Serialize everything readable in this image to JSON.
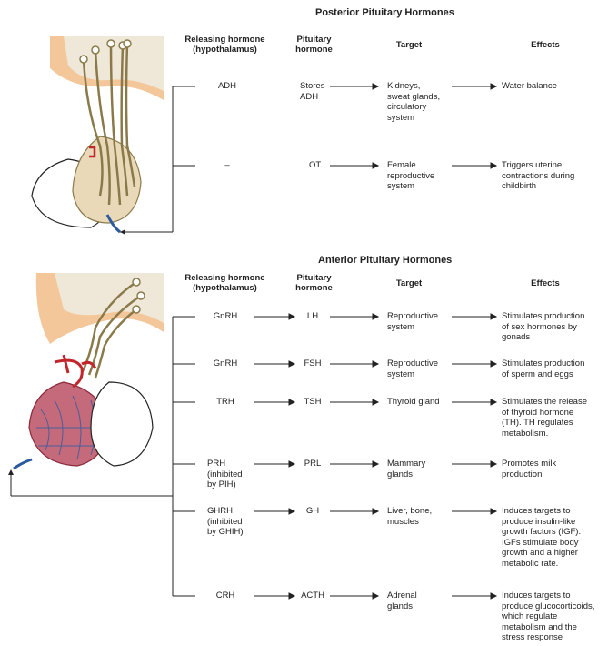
{
  "posterior": {
    "title": "Posterior Pituitary Hormones",
    "headers": {
      "releasing": "Releasing hormone\n(hypothalamus)",
      "pituitary": "Pituitary\nhormone",
      "target": "Target",
      "effects": "Effects"
    },
    "rows": [
      {
        "releasing": "ADH",
        "pituitary": "Stores\nADH",
        "target": "Kidneys,\nsweat glands,\ncirculatory\nsystem",
        "effects": "Water balance"
      },
      {
        "releasing": "–",
        "pituitary": "OT",
        "target": "Female\nreproductive\nsystem",
        "effects": "Triggers uterine\ncontractions during\nchildbirth"
      }
    ]
  },
  "anterior": {
    "title": "Anterior Pituitary Hormones",
    "headers": {
      "releasing": "Releasing hormone\n(hypothalamus)",
      "pituitary": "Pituitary\nhormone",
      "target": "Target",
      "effects": "Effects"
    },
    "rows": [
      {
        "releasing": "GnRH",
        "pituitary": "LH",
        "target": "Reproductive\nsystem",
        "effects": "Stimulates production\nof sex hormones by\ngonads"
      },
      {
        "releasing": "GnRH",
        "pituitary": "FSH",
        "target": "Reproductive\nsystem",
        "effects": "Stimulates production\nof sperm and eggs"
      },
      {
        "releasing": "TRH",
        "pituitary": "TSH",
        "target": "Thyroid gland",
        "effects": "Stimulates the release\nof thyroid hormone\n(TH). TH regulates\nmetabolism."
      },
      {
        "releasing": "PRH\n(inhibited\nby PIH)",
        "pituitary": "PRL",
        "target": "Mammary\nglands",
        "effects": "Promotes milk\nproduction"
      },
      {
        "releasing": "GHRH\n(inhibited\nby GHIH)",
        "pituitary": "GH",
        "target": "Liver, bone,\nmuscles",
        "effects": "Induces targets to\nproduce insulin-like\ngrowth factors (IGF).\nIGFs stimulate body\ngrowth and a higher\nmetabolic rate."
      },
      {
        "releasing": "CRH",
        "pituitary": "ACTH",
        "target": "Adrenal\nglands",
        "effects": "Induces targets to\nproduce glucocorticoids,\nwhich regulate\nmetabolism and the\nstress response"
      }
    ]
  },
  "colors": {
    "hypothalamus": "#f4c79a",
    "tissue": "#efe8d8",
    "axon": "#8a7a4a",
    "artery": "#c0262b",
    "vein": "#2c5aa0",
    "line": "#222222"
  }
}
